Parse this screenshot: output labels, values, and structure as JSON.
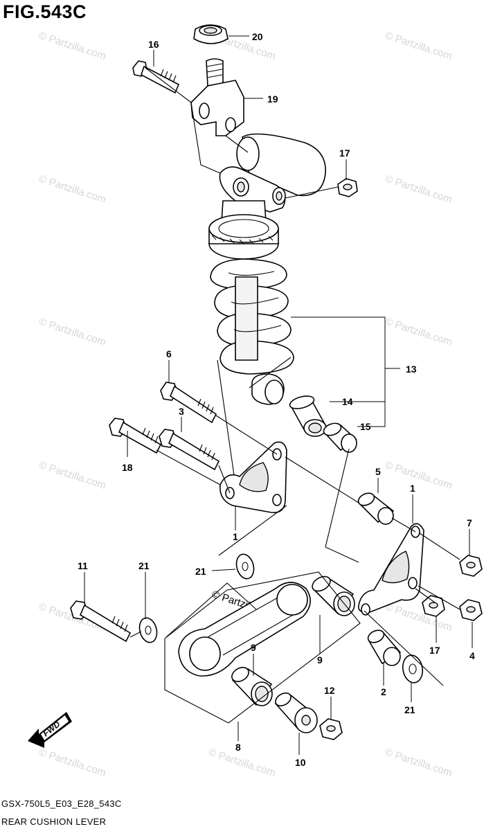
{
  "figure": {
    "title": "FIG.543C",
    "model_code": "GSX-750L5_E03_E28_543C",
    "section_name": "REAR CUSHION LEVER",
    "fwd_label": "FWD"
  },
  "watermark": {
    "text": "© Partzilla.com",
    "inline_text": "© Partzilla.com"
  },
  "callouts": {
    "c1a": "1",
    "c1b": "1",
    "c2": "2",
    "c3": "3",
    "c4": "4",
    "c5": "5",
    "c6": "6",
    "c7": "7",
    "c8": "8",
    "c9a": "9",
    "c9b": "9",
    "c10": "10",
    "c11": "11",
    "c12": "12",
    "c13": "13",
    "c14": "14",
    "c15": "15",
    "c16": "16",
    "c17a": "17",
    "c17b": "17",
    "c18": "18",
    "c19": "19",
    "c20": "20",
    "c21a": "21",
    "c21b": "21",
    "c21c": "21"
  },
  "colors": {
    "line": "#000000",
    "watermark": "#d6d6d6",
    "background": "#ffffff"
  }
}
